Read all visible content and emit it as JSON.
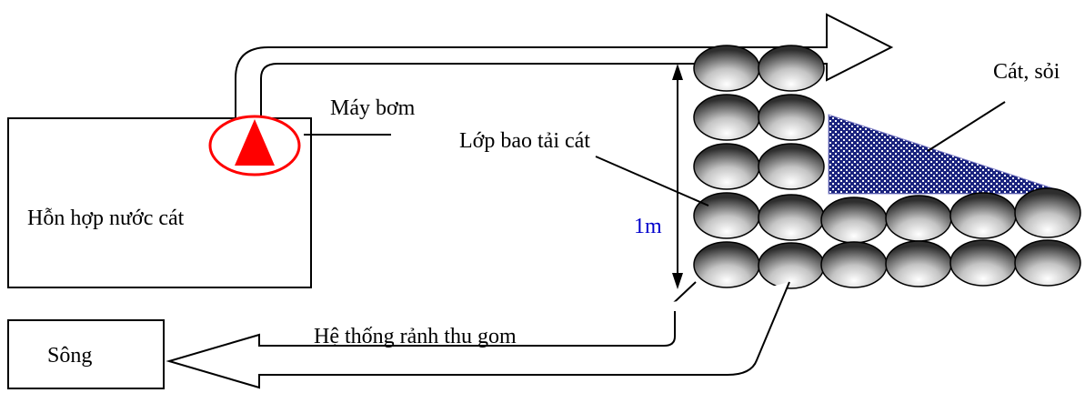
{
  "labels": {
    "mixture": "Hỗn hợp nước cát",
    "pump": "Máy bơm",
    "sandbag_layer": "Lớp bao tải cát",
    "sand_gravel": "Cát, sỏi",
    "height": "1m",
    "river": "Sông",
    "drain": "Hệ thống rảnh thu gom"
  },
  "colors": {
    "pump": "#ff0000",
    "height_label": "#0000cc",
    "gravel_fill": "#1a237e",
    "gravel_dot": "#ffffff"
  },
  "icons": {
    "pump": "red-triangle-in-circle-icon",
    "flow_arrow": "hollow-arrow-icon"
  }
}
